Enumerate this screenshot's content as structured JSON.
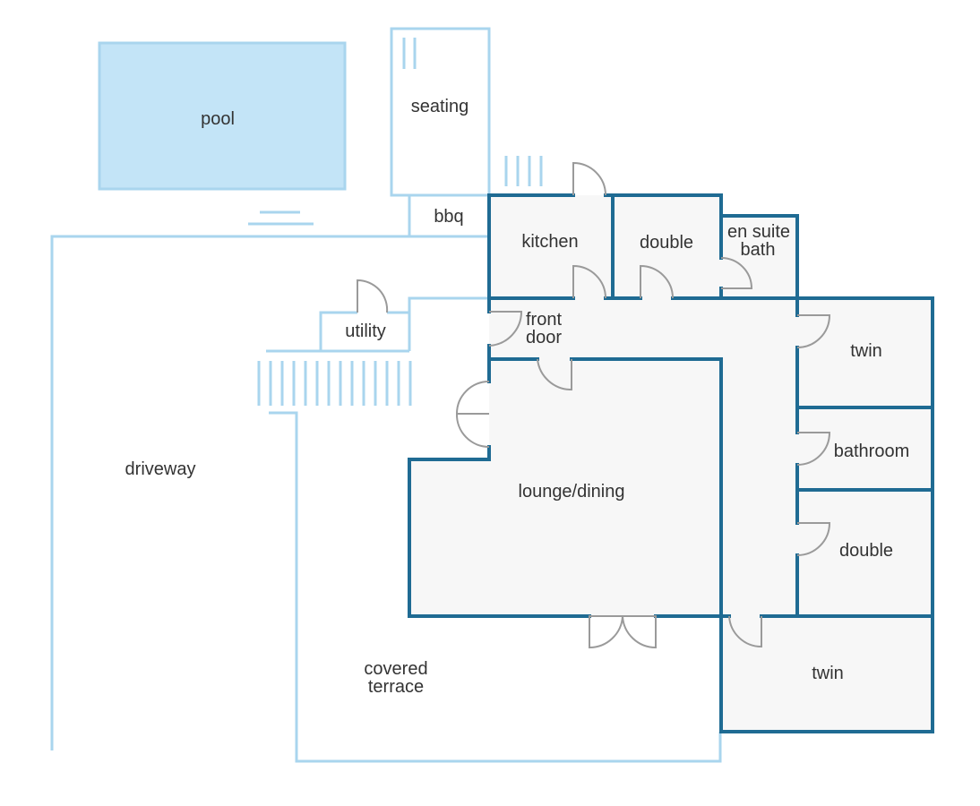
{
  "labels": {
    "pool": "pool",
    "seating": "seating",
    "bbq": "bbq",
    "kitchen": "kitchen",
    "double_top": "double",
    "ensuite_line1": "en suite",
    "ensuite_line2": "bath",
    "utility": "utility",
    "front_door_line1": "front",
    "front_door_line2": "door",
    "twin_top": "twin",
    "bathroom": "bathroom",
    "double_right": "double",
    "driveway": "driveway",
    "lounge_dining": "lounge/dining",
    "covered_terrace_line1": "covered",
    "covered_terrace_line2": "terrace",
    "twin_bottom": "twin"
  },
  "colors": {
    "outline_light": "#a9d5ee",
    "pool_fill": "#c3e4f7",
    "wall_dark": "#1f6b93",
    "room_fill": "#f7f7f7",
    "door_gray": "#9a9a9a",
    "text": "#333333"
  }
}
